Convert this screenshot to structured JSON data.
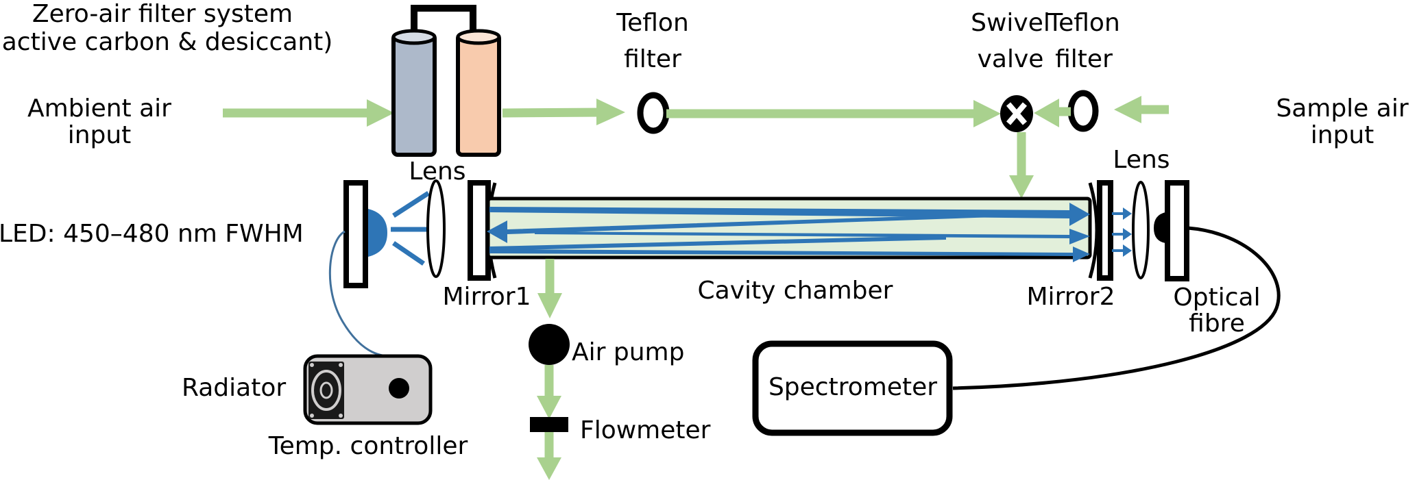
{
  "colors": {
    "airflow": "#A9D18E",
    "beam": "#2E75B6",
    "cavity_fill": "#E2EFDA",
    "filter_carbon": "#ADB9CA",
    "filter_desiccant": "#F8CBAD",
    "controller_body": "#D0CECE",
    "outline": "#000000",
    "led_wire": "#41719C"
  },
  "labels": {
    "zero_air_line1": "Zero-air filter system",
    "zero_air_line2": "(active carbon & desiccant)",
    "ambient_line1": "Ambient air",
    "ambient_line2": "input",
    "teflon_filter1_line1": "Teflon",
    "teflon_filter1_line2": "filter",
    "swivel_line1": "Swivel",
    "swivel_line2": "valve",
    "teflon_filter2_line1": "Teflon",
    "teflon_filter2_line2": "filter",
    "sample_line1": "Sample air",
    "sample_line2": "input",
    "lens_left": "Lens",
    "lens_right": "Lens",
    "led": "LED: 450–480 nm FWHM",
    "mirror1": "Mirror1",
    "mirror2": "Mirror2",
    "cavity": "Cavity chamber",
    "optical_line1": "Optical",
    "optical_line2": "fibre",
    "air_pump": "Air pump",
    "flowmeter": "Flowmeter",
    "radiator": "Radiator",
    "temp_controller": "Temp. controller",
    "spectrometer": "Spectrometer"
  }
}
